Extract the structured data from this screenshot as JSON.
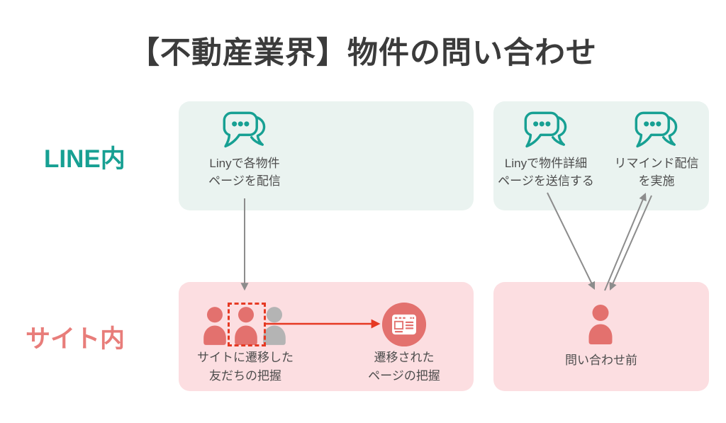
{
  "title": "【不動産業界】物件の問い合わせ",
  "colors": {
    "teal": "#17A093",
    "teal_bg": "#EAF3F0",
    "coral": "#E3716E",
    "coral_label": "#E87D7A",
    "coral_bg": "#FCDEE1",
    "gray_person": "#B4B4B4",
    "arrow_gray": "#8C8C8C",
    "red": "#E63923",
    "title_text": "#3B3B3B",
    "body_text": "#4D4D4D",
    "page_bg": "#FFFFFF"
  },
  "rows": {
    "line": {
      "label": "LINE内"
    },
    "site": {
      "label": "サイト内"
    }
  },
  "boxes": {
    "line_left": {
      "steps": [
        {
          "icon": "chat-bubbles-icon",
          "line1": "Linyで各物件",
          "line2": "ページを配信"
        }
      ]
    },
    "line_right": {
      "steps": [
        {
          "icon": "chat-bubbles-icon",
          "line1": "Linyで物件詳細",
          "line2": "ページを送信する"
        },
        {
          "icon": "chat-bubbles-icon",
          "line1": "リマインド配信",
          "line2": "を実施"
        }
      ]
    },
    "site_left": {
      "friends": {
        "icon": "people-group-icon",
        "line1": "サイトに遷移した",
        "line2": "友だちの把握"
      },
      "page": {
        "icon": "browser-page-icon",
        "line1": "遷移された",
        "line2": "ページの把握"
      }
    },
    "site_right": {
      "person": {
        "icon": "person-icon",
        "label": "問い合わせ前"
      }
    }
  },
  "arrows": [
    {
      "name": "broadcast-to-site-visit",
      "direction": "down",
      "color": "gray"
    },
    {
      "name": "detail-page-to-person",
      "direction": "down",
      "color": "gray"
    },
    {
      "name": "person-to-remind",
      "direction": "up",
      "color": "gray"
    },
    {
      "name": "remind-to-person",
      "direction": "down",
      "color": "gray"
    },
    {
      "name": "friends-to-page",
      "direction": "right",
      "color": "red"
    }
  ]
}
